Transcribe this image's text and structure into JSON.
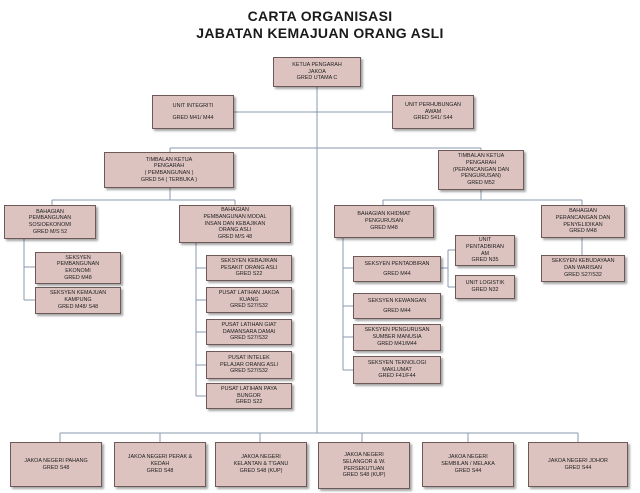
{
  "title": {
    "line1": "CARTA ORGANISASI",
    "line2": "JABATAN KEMAJUAN ORANG ASLI"
  },
  "colors": {
    "box_fill": "#dcc3c0",
    "box_border": "#6d5a58",
    "line": "#8a9ab0"
  },
  "nodes": {
    "ketua_pengarah": {
      "l1": "KETUA PENGARAH",
      "l2": "JAKOA",
      "l3": "GRED UTAMA C"
    },
    "unit_integriti": {
      "l1": "UNIT INTEGRITI",
      "l2": "GRED M41/ M44"
    },
    "unit_perhubungan": {
      "l1": "UNIT PERHUBUNGAN",
      "l2": "AWAM",
      "l3": "GRED S41/ S44"
    },
    "tkp_pembangunan": {
      "l1": "TIMBALAN KETUA",
      "l2": "PENGARAH",
      "l3": "( PEMBANGUNAN )",
      "l4": "GRED 54 ( TERBUKA )"
    },
    "tkp_pengurusan": {
      "l1": "TIMBALAN KETUA",
      "l2": "PENGARAH",
      "l3": "(PERANCANGAN DAN",
      "l4": "PENGURUSAN)",
      "l5": "GRED M52"
    },
    "bah_sosioekonomi": {
      "l1": "BAHAGIAN",
      "l2": "PEMBANGUNAN",
      "l3": "SOSIOEKONOMI",
      "l4": "GRED M/S 52"
    },
    "bah_modal_insan": {
      "l1": "BAHAGIAN",
      "l2": "PEMBANGUNAN MODAL",
      "l3": "INSAN DAN KEBAJIKAN",
      "l4": "ORANG ASLI",
      "l5": "GRED M/S 48"
    },
    "bah_khidmat": {
      "l1": "BAHAGIAN KHIDMAT",
      "l2": "PENGURUSAN",
      "l3": "GRED M48"
    },
    "bah_perancangan": {
      "l1": "BAHAGIAN",
      "l2": "PERANCANGAN DAN",
      "l3": "PENYELIDIKAN",
      "l4": "GRED M48"
    },
    "sek_pembangunan_ekonomi": {
      "l1": "SEKSYEN",
      "l2": "PEMBANGUNAN",
      "l3": "EKONOMI",
      "l4": "GRED M48"
    },
    "sek_kemajuan_kampung": {
      "l1": "SEKSYEN KEMAJUAN",
      "l2": "KAMPUNG",
      "l3": "GRED M48/ S48"
    },
    "sek_kebajikan": {
      "l1": "SEKSYEN KEBAJIKAN",
      "l2": "PESAKIT ORANG ASLI",
      "l3": "GRED S22"
    },
    "pusat_kuang": {
      "l1": "PUSAT LATIHAN JAKOA",
      "l2": "KUANG",
      "l3": "GRED S27/S32"
    },
    "pusat_damansara": {
      "l1": "PUSAT LATIHAN GIAT",
      "l2": "DAMANSARA DAMAI",
      "l3": "GRED S27/S32"
    },
    "pusat_intelek": {
      "l1": "PUSAT INTELEK",
      "l2": "PELAJAR ORANG ASLI",
      "l3": "GRED S27/S32"
    },
    "pusat_bungor": {
      "l1": "PUSAT LATIHAN PAYA",
      "l2": "BUNGOR",
      "l3": "GRED S22"
    },
    "sek_pentadbiran": {
      "l1": "SEKSYEN PENTADBIRAN",
      "l2": "GRED M44"
    },
    "unit_pentadbiran": {
      "l1": "UNIT",
      "l2": "PENTADBIRAN",
      "l3": "AM",
      "l4": "GRED N35"
    },
    "unit_logistik": {
      "l1": "UNIT LOGISTIK",
      "l2": "GRED N32"
    },
    "sek_kewangan": {
      "l1": "SEKSYEN KEWANGAN",
      "l2": "GRED M44"
    },
    "sek_sumber_manusia": {
      "l1": "SEKSYEN PENGURUSAN",
      "l2": "SUMBER MANUSIA",
      "l3": "GRED M41/M44"
    },
    "sek_teknologi": {
      "l1": "SEKSYEN TEKNOLOGI",
      "l2": "MAKLUMAT",
      "l3": "GRED F41/F44"
    },
    "sek_kebudayaan": {
      "l1": "SEKSYEN KEBUDAYAAN",
      "l2": "DAN WARISAN",
      "l3": "GRED S27/S32"
    },
    "jn_pahang": {
      "l1": "JAKOA NEGERI  PAHANG",
      "l2": "GRED S48"
    },
    "jn_perak": {
      "l1": "JAKOA NEGERI PERAK &",
      "l2": "KEDAH",
      "l3": "GRED S48"
    },
    "jn_kelantan": {
      "l1": "JAKOA NEGERI",
      "l2": "KELANTAN & T'GANU",
      "l3": "GRED S48 (KUP)"
    },
    "jn_selangor": {
      "l1": "JAKOA NEGERI",
      "l2": "SELANGOR & W.",
      "l3": "PERSEKUTUAN",
      "l4": "GRED S48 (KUP)"
    },
    "jn_sembilan": {
      "l1": "JAKOA NEGERI",
      "l2": "SEMBILAN / MELAKA",
      "l3": "GRED S44"
    },
    "jn_johor": {
      "l1": "JAKOA NEGERI JOHOR",
      "l2": "GRED S44"
    }
  }
}
